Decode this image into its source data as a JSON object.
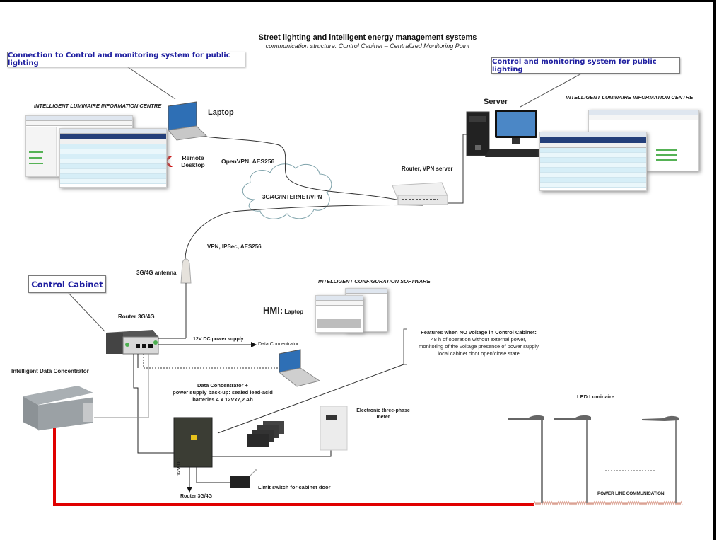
{
  "title": {
    "main": "Street lighting and intelligent energy management systems",
    "subtitle": "communication structure: Control Cabinet – Centralized Monitoring Point"
  },
  "callouts": {
    "connection": "Connection to Control and monitoring system for public lighting",
    "control_monitoring": "Control and monitoring system for public lighting",
    "control_cabinet": "Control Cabinet"
  },
  "labels": {
    "info_centre_left": "INTELLIGENT LUMINAIRE INFORMATION CENTRE",
    "info_centre_right": "INTELLIGENT LUMINAIRE  INFORMATION CENTRE",
    "laptop": "Laptop",
    "remote_desktop_1": "Remote",
    "remote_desktop_2": "Desktop",
    "openvpn": "OpenVPN, AES256",
    "cloud": "3G/4G/INTERNET/VPN",
    "router_vpn": "Router, VPN server",
    "server": "Server",
    "vpn_ipsec": "VPN, IPSec, AES256",
    "antenna": "3G/4G antenna",
    "router_3g4g": "Router 3G/4G",
    "config_software": "INTELLIGENT CONFIGURATION SOFTWARE",
    "hmi_bold": "HMI:",
    "hmi_rest": " Laptop",
    "power_supply": "12V DC power supply",
    "data_concentrator_arrow": "Data Concentrator",
    "intelligent_data_concentrator": "Intelligent Data Concentrator",
    "dc_backup_1": "Data Concentrator +",
    "dc_backup_2": "power supply back-up: sealed lead-acid",
    "dc_backup_3": "batteries 4 x 12Vx7,2 Ah",
    "features_1": "Features when NO voltage in Control Cabinet:",
    "features_2": "48 h of operation without external power,",
    "features_3": "monitoring of the voltage presence of power supply",
    "features_4": "local cabinet door open/close state",
    "meter_1": "Electronic three-phase",
    "meter_2": "meter",
    "dc_vertical": "12V DC",
    "router_bottom": "Router 3G/4G",
    "limit_switch": "Limit switch for cabinet door",
    "led_luminaire": "LED Luminaire",
    "plc": "POWER LINE COMMUNICATION"
  },
  "colors": {
    "callout_text": "#1f1fa0",
    "power_line": "#e00000",
    "cloud_stroke": "#7fa3ab",
    "remote_arrow": "#d01010"
  }
}
